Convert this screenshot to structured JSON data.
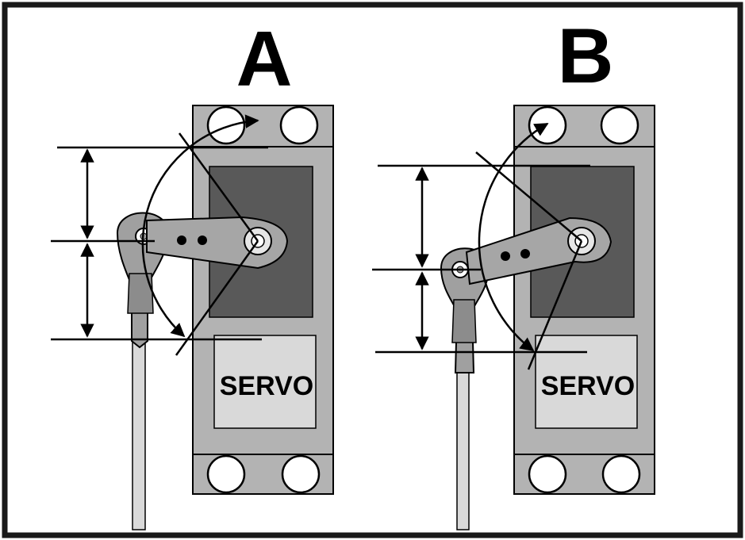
{
  "panels": [
    {
      "id": "a",
      "letter": "A",
      "body_label": "SERVO"
    },
    {
      "id": "b",
      "letter": "B",
      "body_label": "SERVO"
    }
  ],
  "colors": {
    "frame": "#1a1a1a",
    "servo_body": "#b3b3b3",
    "servo_window": "#595959",
    "servo_label_box": "#d9d9d9",
    "arm": "#a6a6a6",
    "pushrod": "#d9d9d9",
    "clevis": "#a0a0a0"
  }
}
